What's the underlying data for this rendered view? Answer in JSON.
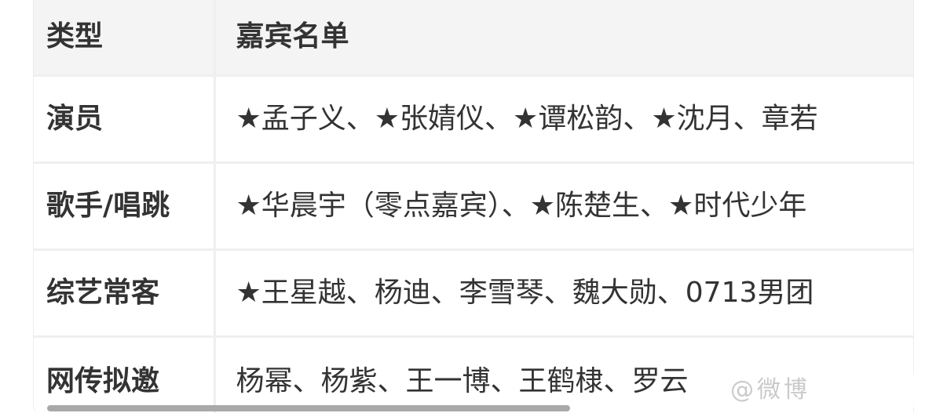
{
  "table": {
    "headers": {
      "type": "类型",
      "guest_list": "嘉宾名单"
    },
    "rows": [
      {
        "type": "演员",
        "guests": "★孟子义、★张婧仪、★谭松韵、★沈月、章若"
      },
      {
        "type": "歌手/唱跳",
        "guests": "★华晨宇（零点嘉宾）、★陈楚生、★时代少年"
      },
      {
        "type": "综艺常客",
        "guests": "★王星越、杨迪、李雪琴、魏大勋、0713男团"
      },
      {
        "type": "网传拟邀",
        "guests": "杨幂、杨紫、王一博、王鹤棣、罗云"
      }
    ]
  },
  "watermark": {
    "text": "@微博"
  },
  "scrollbar": {
    "thumb_color": "#a9a9a9"
  },
  "colors": {
    "header_bg": "#f4f4f4",
    "border": "#efefef",
    "text": "#333333"
  }
}
